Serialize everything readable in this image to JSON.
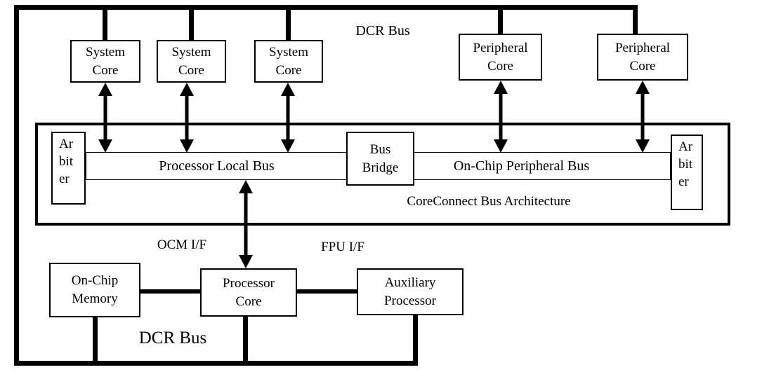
{
  "colors": {
    "line": "#000000",
    "background": "#ffffff"
  },
  "top": {
    "dcr_bus_label": "DCR Bus",
    "system_cores": [
      "System\nCore",
      "System\nCore",
      "System\nCore"
    ],
    "peripheral_cores": [
      "Peripheral\nCore",
      "Peripheral\nCore"
    ]
  },
  "coreconnect": {
    "label": "CoreConnect Bus Architecture",
    "arbiter_left": "Ar\nbit\ner",
    "arbiter_right": "Ar\nbit\ner",
    "plb_label": "Processor Local Bus",
    "bus_bridge": "Bus\nBridge",
    "opb_label": "On-Chip Peripheral Bus"
  },
  "bottom": {
    "ocm_if_label": "OCM I/F",
    "fpu_if_label": "FPU I/F",
    "on_chip_memory": "On-Chip\nMemory",
    "processor_core": "Processor\nCore",
    "auxiliary_processor": "Auxiliary\nProcessor",
    "dcr_bus_label": "DCR Bus"
  }
}
